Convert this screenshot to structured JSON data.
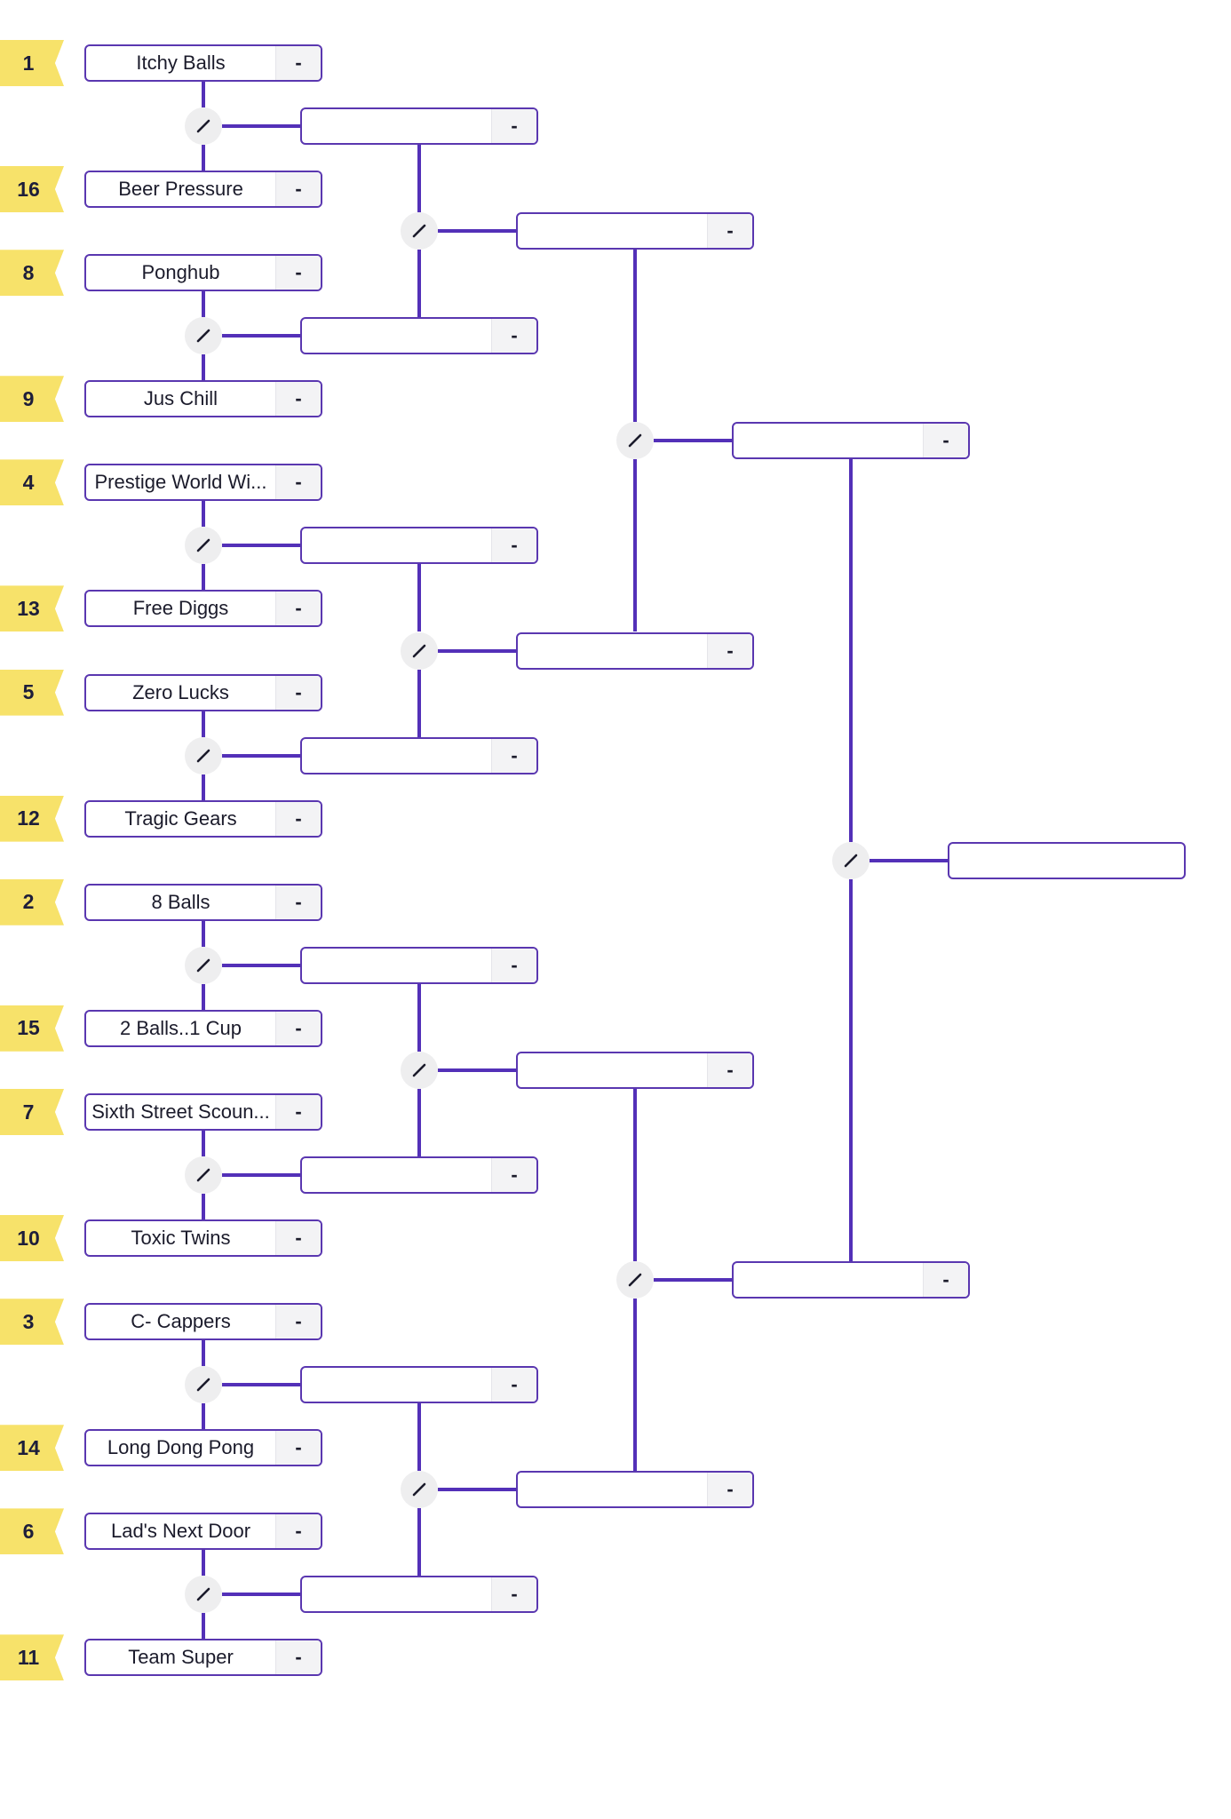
{
  "teams": [
    {
      "seed": "1",
      "name": "Itchy Balls",
      "score": "-"
    },
    {
      "seed": "16",
      "name": "Beer Pressure",
      "score": "-"
    },
    {
      "seed": "8",
      "name": "Ponghub",
      "score": "-"
    },
    {
      "seed": "9",
      "name": "Jus Chill",
      "score": "-"
    },
    {
      "seed": "4",
      "name": "Prestige World Wi...",
      "score": "-"
    },
    {
      "seed": "13",
      "name": "Free Diggs",
      "score": "-"
    },
    {
      "seed": "5",
      "name": "Zero Lucks",
      "score": "-"
    },
    {
      "seed": "12",
      "name": "Tragic Gears",
      "score": "-"
    },
    {
      "seed": "2",
      "name": "8 Balls",
      "score": "-"
    },
    {
      "seed": "15",
      "name": "2 Balls..1 Cup",
      "score": "-"
    },
    {
      "seed": "7",
      "name": "Sixth Street Scoun...",
      "score": "-"
    },
    {
      "seed": "10",
      "name": "Toxic Twins",
      "score": "-"
    },
    {
      "seed": "3",
      "name": "C- Cappers",
      "score": "-"
    },
    {
      "seed": "14",
      "name": "Long Dong Pong",
      "score": "-"
    },
    {
      "seed": "6",
      "name": "Lad's Next Door",
      "score": "-"
    },
    {
      "seed": "11",
      "name": "Team Super",
      "score": "-"
    }
  ],
  "rounds": [
    {
      "slots": 8,
      "score": "-"
    },
    {
      "slots": 4,
      "score": "-"
    },
    {
      "slots": 2,
      "score": "-"
    },
    {
      "slots": 1,
      "score": ""
    }
  ],
  "icons": {
    "edit": "pencil-icon"
  },
  "colors": {
    "accent": "#5330b8",
    "seed_bg": "#F7E26A",
    "edit_bg": "#eeeeef"
  }
}
